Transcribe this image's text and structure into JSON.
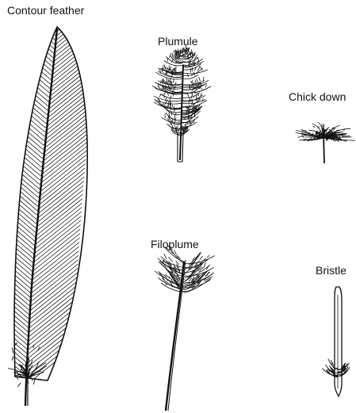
{
  "diagram": {
    "feathers": [
      {
        "id": "contour",
        "label": "Contour feather",
        "icon": "contour-feather-icon"
      },
      {
        "id": "plumule",
        "label": "Plumule",
        "icon": "plumule-feather-icon"
      },
      {
        "id": "chick_down",
        "label": "Chick down",
        "icon": "chick-down-feather-icon"
      },
      {
        "id": "filoplume",
        "label": "Filoplume",
        "icon": "filoplume-feather-icon"
      },
      {
        "id": "bristle",
        "label": "Bristle",
        "icon": "bristle-feather-icon"
      }
    ]
  },
  "colors": {
    "ink": "#111111",
    "vane_fill": "#ffffff",
    "background": "#ffffff"
  }
}
